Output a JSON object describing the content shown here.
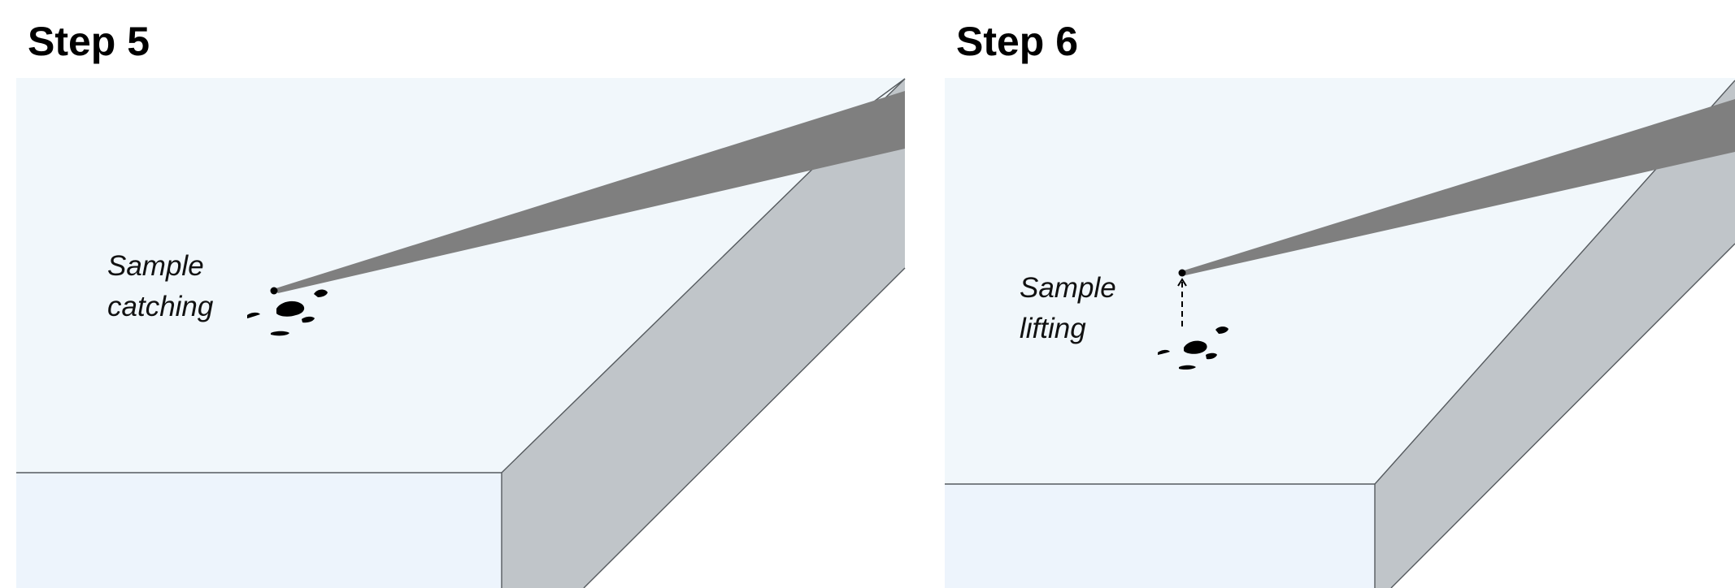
{
  "diagram": {
    "colors": {
      "background": "#ffffff",
      "stage_top": "#f1f7fb",
      "stage_front": "#edf4fc",
      "stage_side": "#c0c5c9",
      "edge": "#555a5e",
      "needle": "#7f7f7f",
      "sample": "#000000"
    },
    "panels": [
      {
        "title": "Step 5",
        "caption": [
          "Sample",
          "catching"
        ]
      },
      {
        "title": "Step 6",
        "caption": [
          "Sample",
          "lifting"
        ]
      }
    ]
  }
}
